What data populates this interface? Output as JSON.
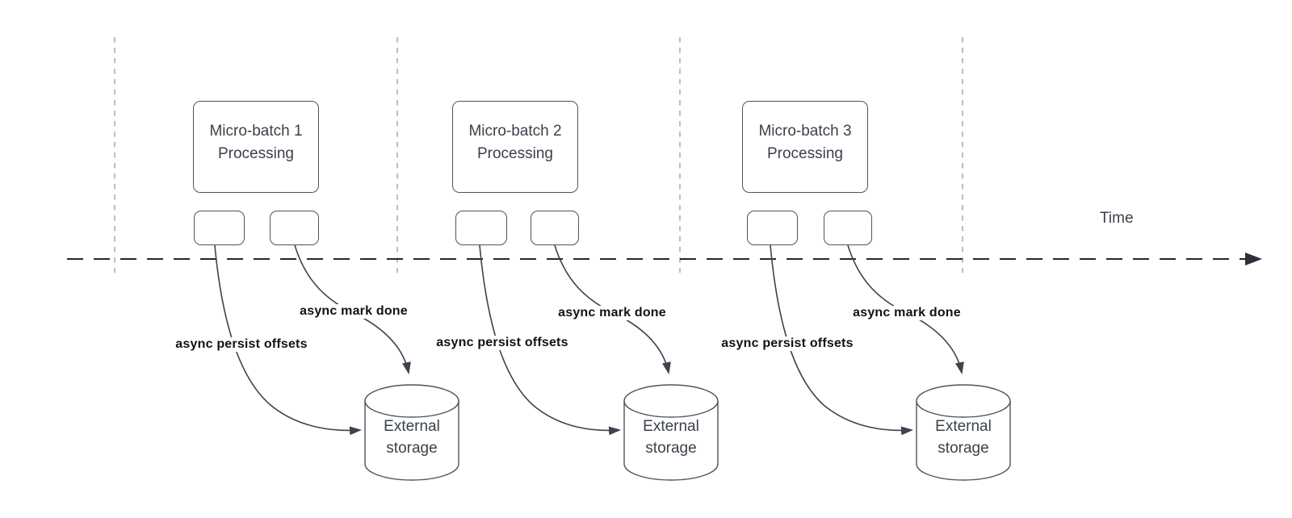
{
  "diagram": {
    "time_label": "Time",
    "batches": [
      {
        "title": "Micro-batch 1\nProcessing",
        "persist_label": "async persist offsets",
        "mark_done_label": "async mark done",
        "storage": "External\nstorage"
      },
      {
        "title": "Micro-batch 2\nProcessing",
        "persist_label": "async persist offsets",
        "mark_done_label": "async mark done",
        "storage": "External\nstorage"
      },
      {
        "title": "Micro-batch 3\nProcessing",
        "persist_label": "async persist offsets",
        "mark_done_label": "async mark done",
        "storage": "External\nstorage"
      }
    ],
    "colors": {
      "shape_stroke": "#4d545e",
      "edge_stroke": "#3d444e",
      "timeline_stroke": "#24292f",
      "guide_stroke": "#a6a9ad",
      "node_text": "#3a414b",
      "label_text": "#101216",
      "background": "#ffffff"
    }
  }
}
